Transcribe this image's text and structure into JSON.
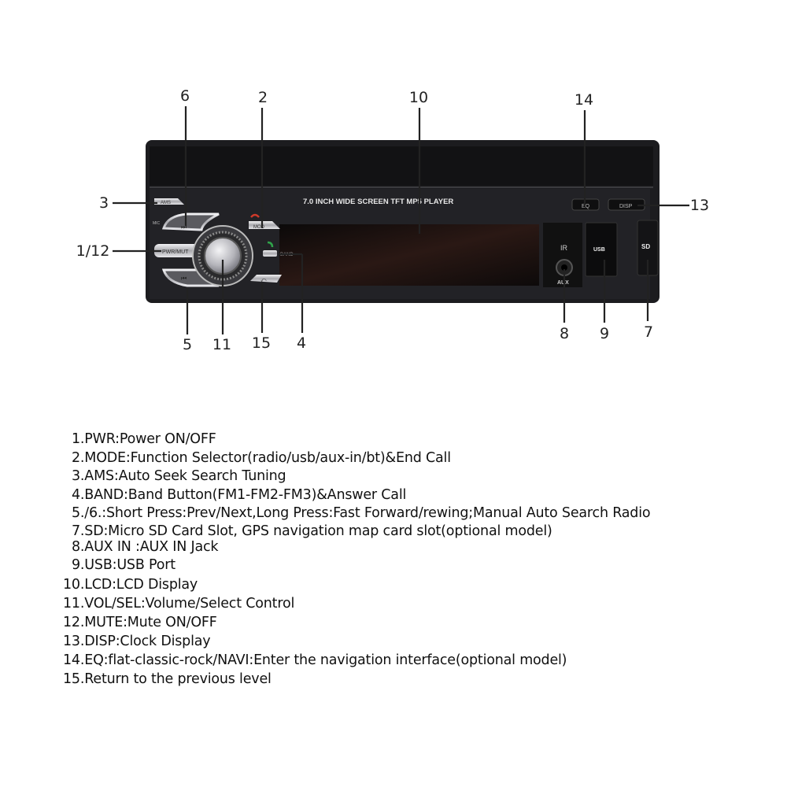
{
  "device": {
    "model_text": "7.0 INCH WIDE SCREEN TFT  MP5  PLAYER",
    "buttons": {
      "ams": "AMS",
      "mode": "MOD",
      "pwr_mut": "PWR/MUT",
      "band": "BAND",
      "eq": "EQ",
      "disp": "DISP",
      "usb": "USB",
      "sd": "SD",
      "aux": "AUX",
      "ir": "IR",
      "mic": "MIC"
    },
    "colors": {
      "body": "#1a1a1c",
      "chrome": "#c8c8cc",
      "end_call": "#d03a2a",
      "answer_call": "#2fa34a",
      "screen": "#0d0b0b"
    }
  },
  "callouts": {
    "c6": "6",
    "c2": "2",
    "c10": "10",
    "c14": "14",
    "c3": "3",
    "c13": "13",
    "c1_12": "1/12",
    "c5": "5",
    "c11": "11",
    "c15": "15",
    "c4": "4",
    "c8": "8",
    "c9": "9",
    "c7": "7"
  },
  "legend": [
    "1.PWR:Power ON/OFF",
    "2.MODE:Function  Selector(radio/usb/aux-in/bt)&End Call",
    "3.AMS:Auto Seek Search Tuning",
    "4.BAND:Band Button(FM1-FM2-FM3)&Answer Call",
    "5./6.:Short Press:Prev/Next,Long Press:Fast Forward/rewing;Manual Auto Search Radio",
    "7.SD:Micro SD Card Slot, GPS navigation map card  slot(optional model)",
    "8.AUX  IN :AUX IN Jack",
    "9.USB:USB Port",
    "10.LCD:LCD Display",
    "11.VOL/SEL:Volume/Select Control",
    "12.MUTE:Mute ON/OFF",
    "13.DISP:Clock Display",
    "14.EQ:flat-classic-rock/NAVI:Enter the navigation interface(optional model)",
    "15.Return to the previous level"
  ]
}
